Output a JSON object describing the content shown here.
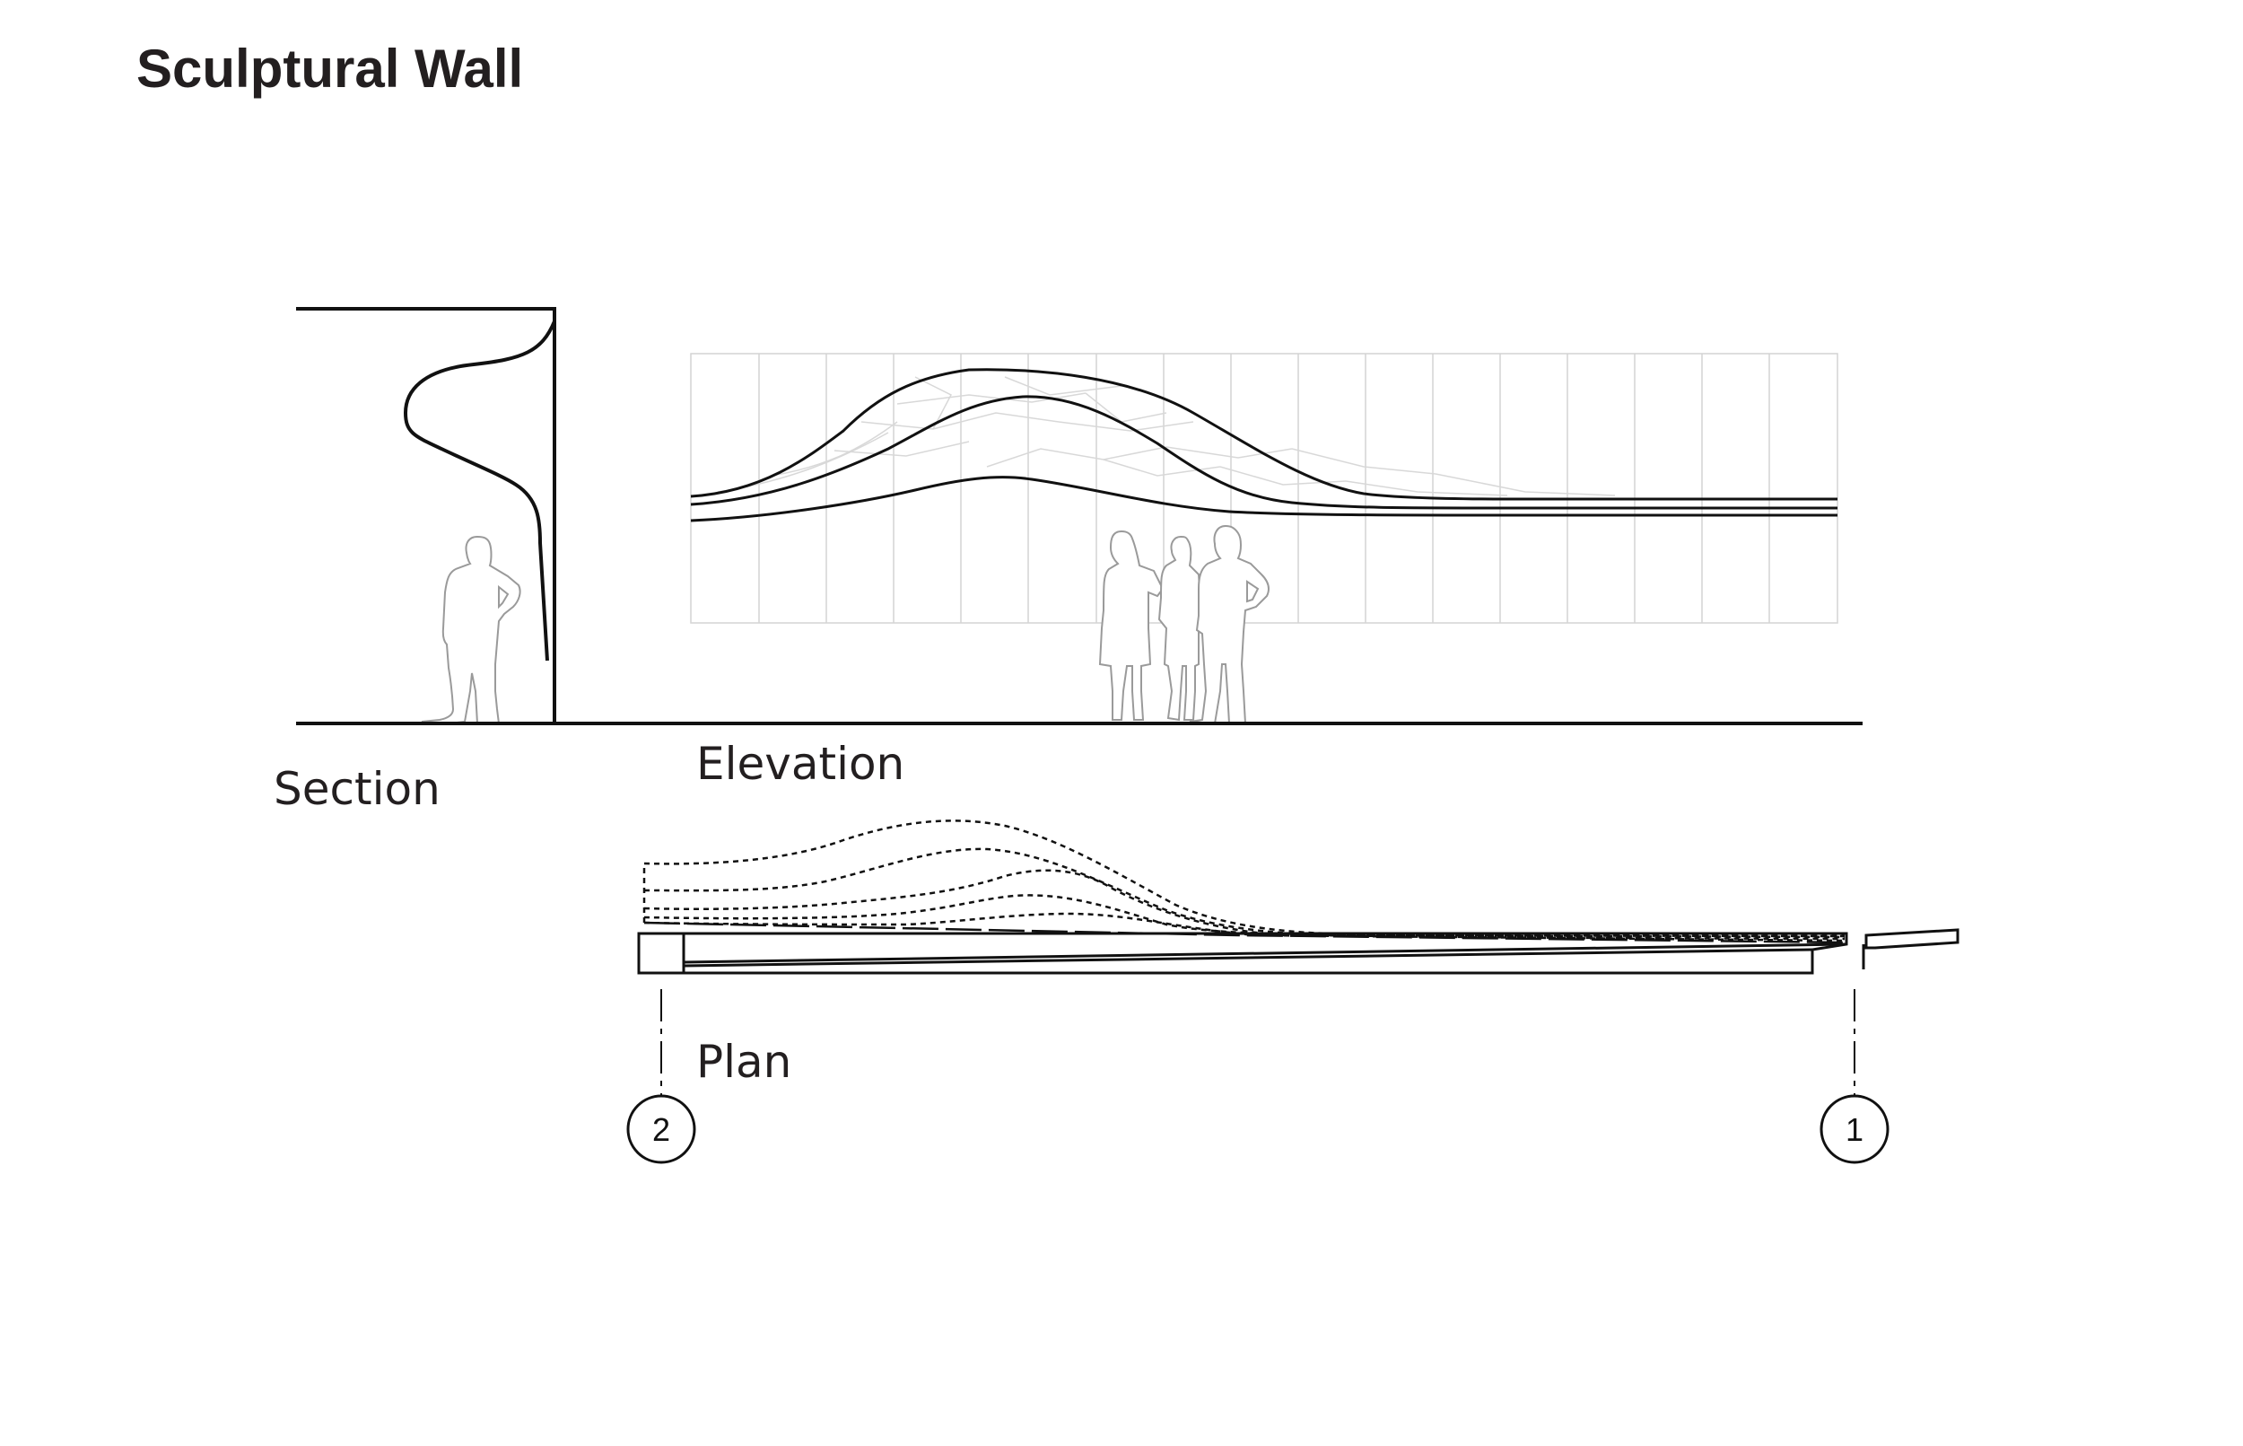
{
  "title": "Sculptural Wall",
  "labels": {
    "section": "Section",
    "elevation": "Elevation",
    "plan": "Plan"
  },
  "grid_markers": [
    {
      "id": "2"
    },
    {
      "id": "1"
    }
  ],
  "colors": {
    "ink": "#111111",
    "title": "#231f20",
    "grid": "#d4d4d4",
    "figure_outline": "#9a9a9a"
  }
}
